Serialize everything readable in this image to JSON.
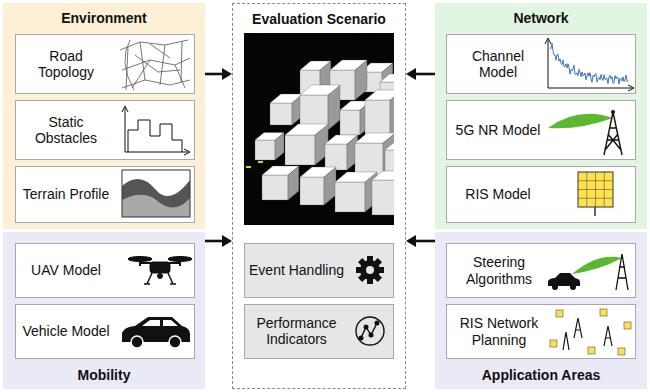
{
  "diagram": {
    "nodes": [
      {
        "text": [
          "Environment"
        ]
      },
      {
        "text": [
          "Road Topology"
        ],
        "in": 0
      },
      {
        "text": [
          "Static Obstacles"
        ],
        "in": 0
      },
      {
        "text": [
          "Terrain Profile"
        ],
        "in": 0
      },
      {
        "text": [
          "Evaluation Scenario"
        ]
      },
      {
        "text": [
          "Event Handling"
        ],
        "in": 4
      },
      {
        "text": [
          "Performance Indicators"
        ],
        "in": 4
      },
      {
        "text": [
          "Network"
        ]
      },
      {
        "text": [
          "Channel Model"
        ],
        "in": 7
      },
      {
        "text": [
          "5G NR Model"
        ],
        "in": 7
      },
      {
        "text": [
          "RIS Model"
        ],
        "in": 7
      },
      {
        "text": [
          "Mobility"
        ]
      },
      {
        "text": [
          "UAV Model"
        ],
        "in": 11
      },
      {
        "text": [
          "Vehicle Model"
        ],
        "in": 11
      },
      {
        "text": [
          "Application Areas"
        ]
      },
      {
        "text": [
          "Steering Algorithms"
        ],
        "in": 14
      },
      {
        "text": [
          "RIS Network Planning"
        ],
        "in": 14
      }
    ],
    "edges": [
      {
        "from": 0,
        "to": 4,
        "arrow": "to"
      },
      {
        "from": 11,
        "to": 4,
        "arrow": "to"
      },
      {
        "from": 7,
        "to": 4,
        "arrow": "to"
      },
      {
        "from": 14,
        "to": 4,
        "arrow": "to"
      }
    ]
  }
}
